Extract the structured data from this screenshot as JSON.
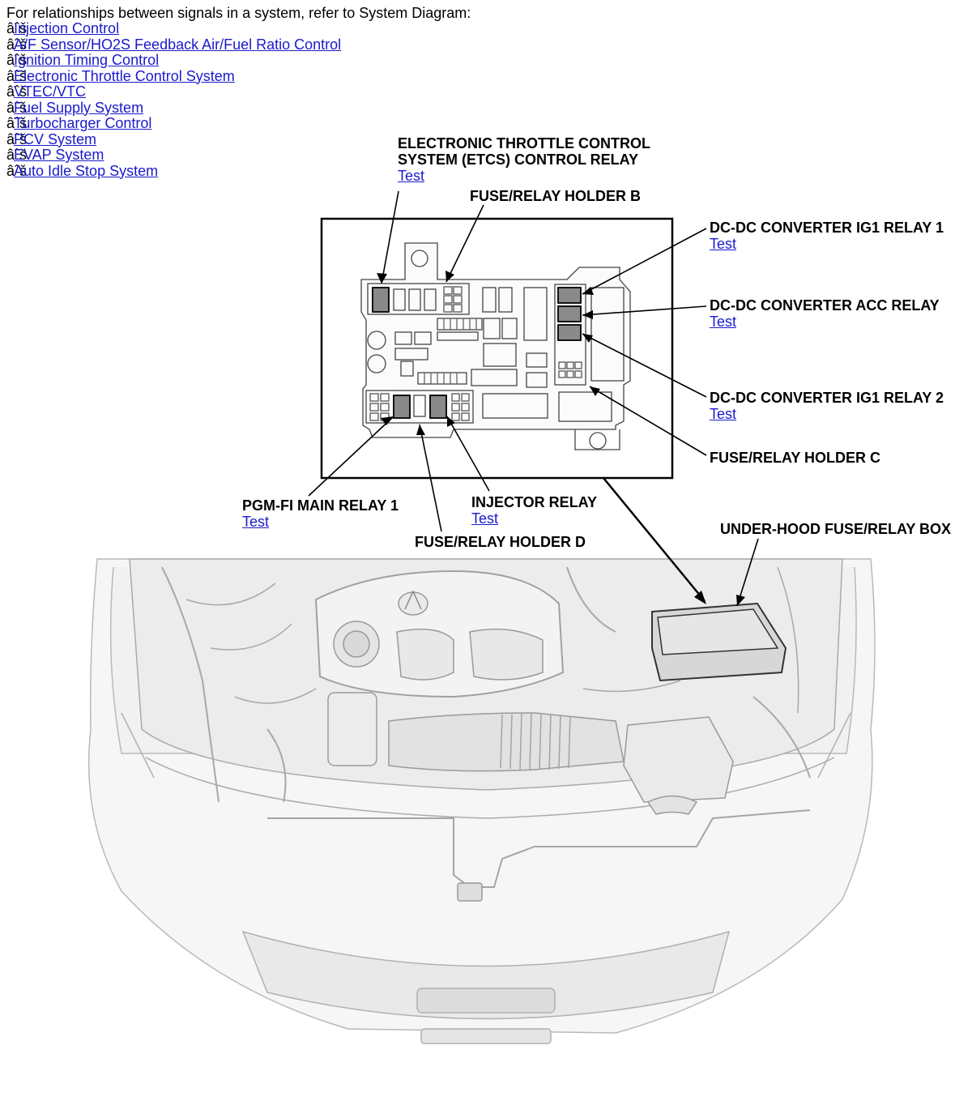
{
  "intro": "For relationships between signals in a system, refer to System Diagram:",
  "bullet_glyph": "âˆš",
  "systems": [
    "Injection Control",
    "A/F Sensor/HO2S Feedback Air/Fuel Ratio Control",
    "Ignition Timing Control",
    "Electronic Throttle Control System",
    "VTEC/VTC",
    "Fuel Supply System",
    "Turbocharger Control",
    "PCV System",
    "EVAP System",
    "Auto Idle Stop System"
  ],
  "labels": {
    "etcs_line1": "ELECTRONIC THROTTLE CONTROL",
    "etcs_line2": "SYSTEM (ETCS) CONTROL RELAY",
    "holder_b": "FUSE/RELAY HOLDER B",
    "dcdc_ig1_1": "DC-DC CONVERTER IG1 RELAY 1",
    "dcdc_acc": "DC-DC CONVERTER ACC RELAY",
    "dcdc_ig1_2": "DC-DC CONVERTER IG1 RELAY 2",
    "holder_c": "FUSE/RELAY HOLDER C",
    "pgmfi": "PGM-FI MAIN RELAY 1",
    "injector": "INJECTOR RELAY",
    "holder_d": "FUSE/RELAY HOLDER D",
    "underhood": "UNDER-HOOD FUSE/RELAY BOX"
  },
  "test_label": "Test",
  "colors": {
    "link": "#1a1acc",
    "relay_fill": "#8a8a8a"
  }
}
